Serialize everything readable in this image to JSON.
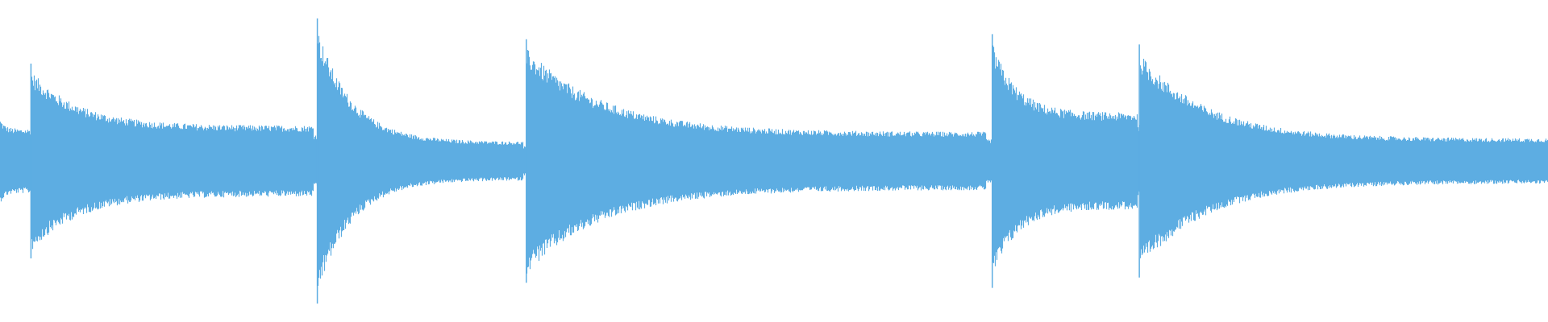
{
  "waveform": {
    "color": "#5dade2",
    "background": "#ffffff",
    "duration_fraction_domain": [
      0,
      1
    ],
    "onsets": [
      {
        "position": 0.0,
        "peak": 0.26,
        "sustain": 0.2
      },
      {
        "position": 0.02,
        "peak": 0.56,
        "sustain": 0.22
      },
      {
        "position": 0.205,
        "peak": 0.82,
        "sustain": 0.12
      },
      {
        "position": 0.34,
        "peak": 0.7,
        "sustain": 0.18
      },
      {
        "position": 0.641,
        "peak": 0.73,
        "sustain": 0.3
      },
      {
        "position": 0.736,
        "peak": 0.67,
        "sustain": 0.14
      }
    ]
  }
}
